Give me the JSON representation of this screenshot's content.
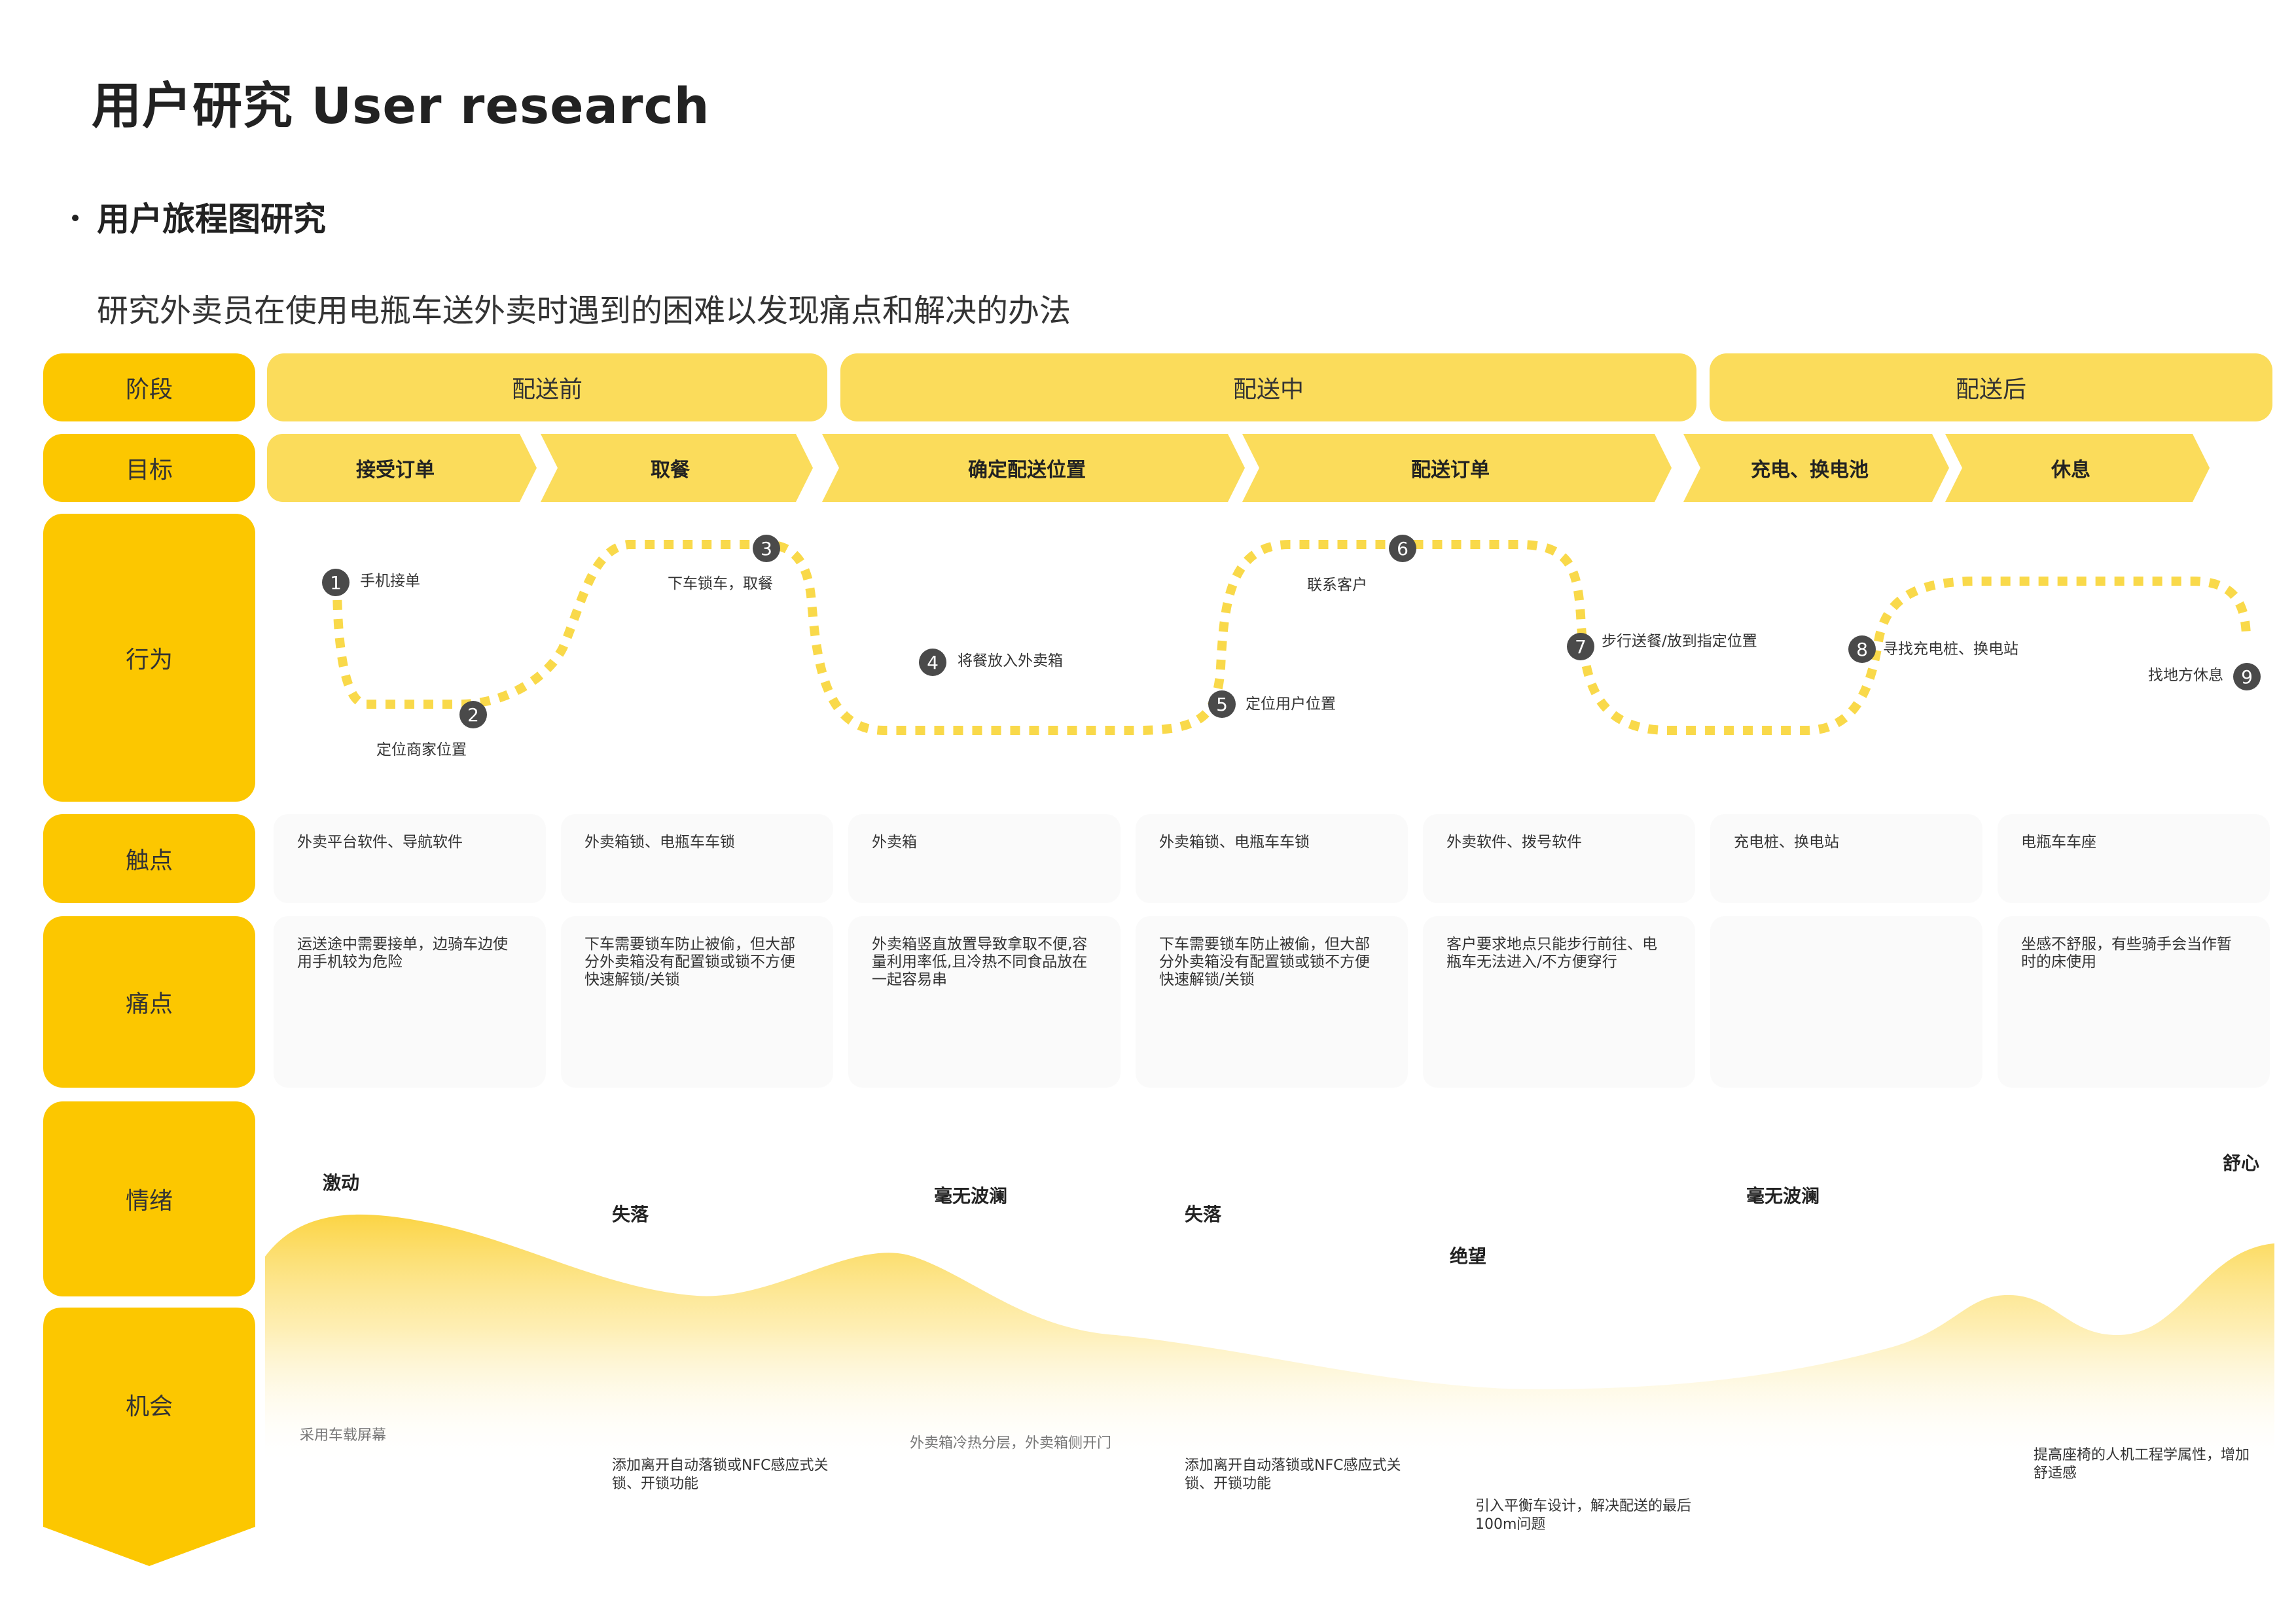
{
  "title": "用户研究  User research",
  "section": "用户旅程图研究",
  "subtitle": "研究外卖员在使用电瓶车送外卖时遇到的困难以发现痛点和解决的办法",
  "row_labels": {
    "stage": "阶段",
    "goal": "目标",
    "behavior": "行为",
    "touchpoint": "触点",
    "painpoint": "痛点",
    "emotion": "情绪",
    "opportunity": "机会"
  },
  "stages": [
    "配送前",
    "配送中",
    "配送后"
  ],
  "goals": [
    "接受订单",
    "取餐",
    "确定配送位置",
    "配送订单",
    "充电、换电池",
    "休息"
  ],
  "behaviors": [
    {
      "num": "1",
      "text": "手机接单"
    },
    {
      "num": "2",
      "text": "定位商家位置"
    },
    {
      "num": "3",
      "text": "下车锁车，取餐"
    },
    {
      "num": "4",
      "text": "将餐放入外卖箱"
    },
    {
      "num": "5",
      "text": "定位用户位置"
    },
    {
      "num": "6",
      "text": "联系客户"
    },
    {
      "num": "7",
      "text": "步行送餐/放到指定位置"
    },
    {
      "num": "8",
      "text": "寻找充电桩、换电站"
    },
    {
      "num": "9",
      "text": "找地方休息"
    }
  ],
  "touchpoints": [
    "外卖平台软件、导航软件",
    "外卖箱锁、电瓶车车锁",
    "外卖箱",
    "外卖箱锁、电瓶车车锁",
    "外卖软件、拨号软件",
    "充电桩、换电站",
    "电瓶车车座"
  ],
  "painpoints": [
    "运送途中需要接单，边骑车边使用手机较为危险",
    "下车需要锁车防止被偷，但大部分外卖箱没有配置锁或锁不方便快速解锁/关锁",
    "外卖箱竖直放置导致拿取不便,容量利用率低,且冷热不同食品放在一起容易串",
    "下车需要锁车防止被偷，但大部分外卖箱没有配置锁或锁不方便快速解锁/关锁",
    "客户要求地点只能步行前往、电瓶车无法进入/不方便穿行",
    "",
    "坐感不舒服，有些骑手会当作暂时的床使用"
  ],
  "emotions": [
    "激动",
    "失落",
    "毫无波澜",
    "失落",
    "绝望",
    "毫无波澜",
    "舒心"
  ],
  "opportunities": [
    "采用车载屏幕",
    "添加离开自动落锁或NFC感应式关锁、开锁功能",
    "外卖箱冷热分层，外卖箱侧开门",
    "添加离开自动落锁或NFC感应式关锁、开锁功能",
    "引入平衡车设计，解决配送的最后100m问题",
    "提高座椅的人机工程学属性，增加舒适感"
  ],
  "colors": {
    "label": "#fcc700",
    "stage": "#fbdc5b",
    "path": "#f9d94a",
    "marker": "#4a4a4a",
    "card": "#fafafa"
  }
}
